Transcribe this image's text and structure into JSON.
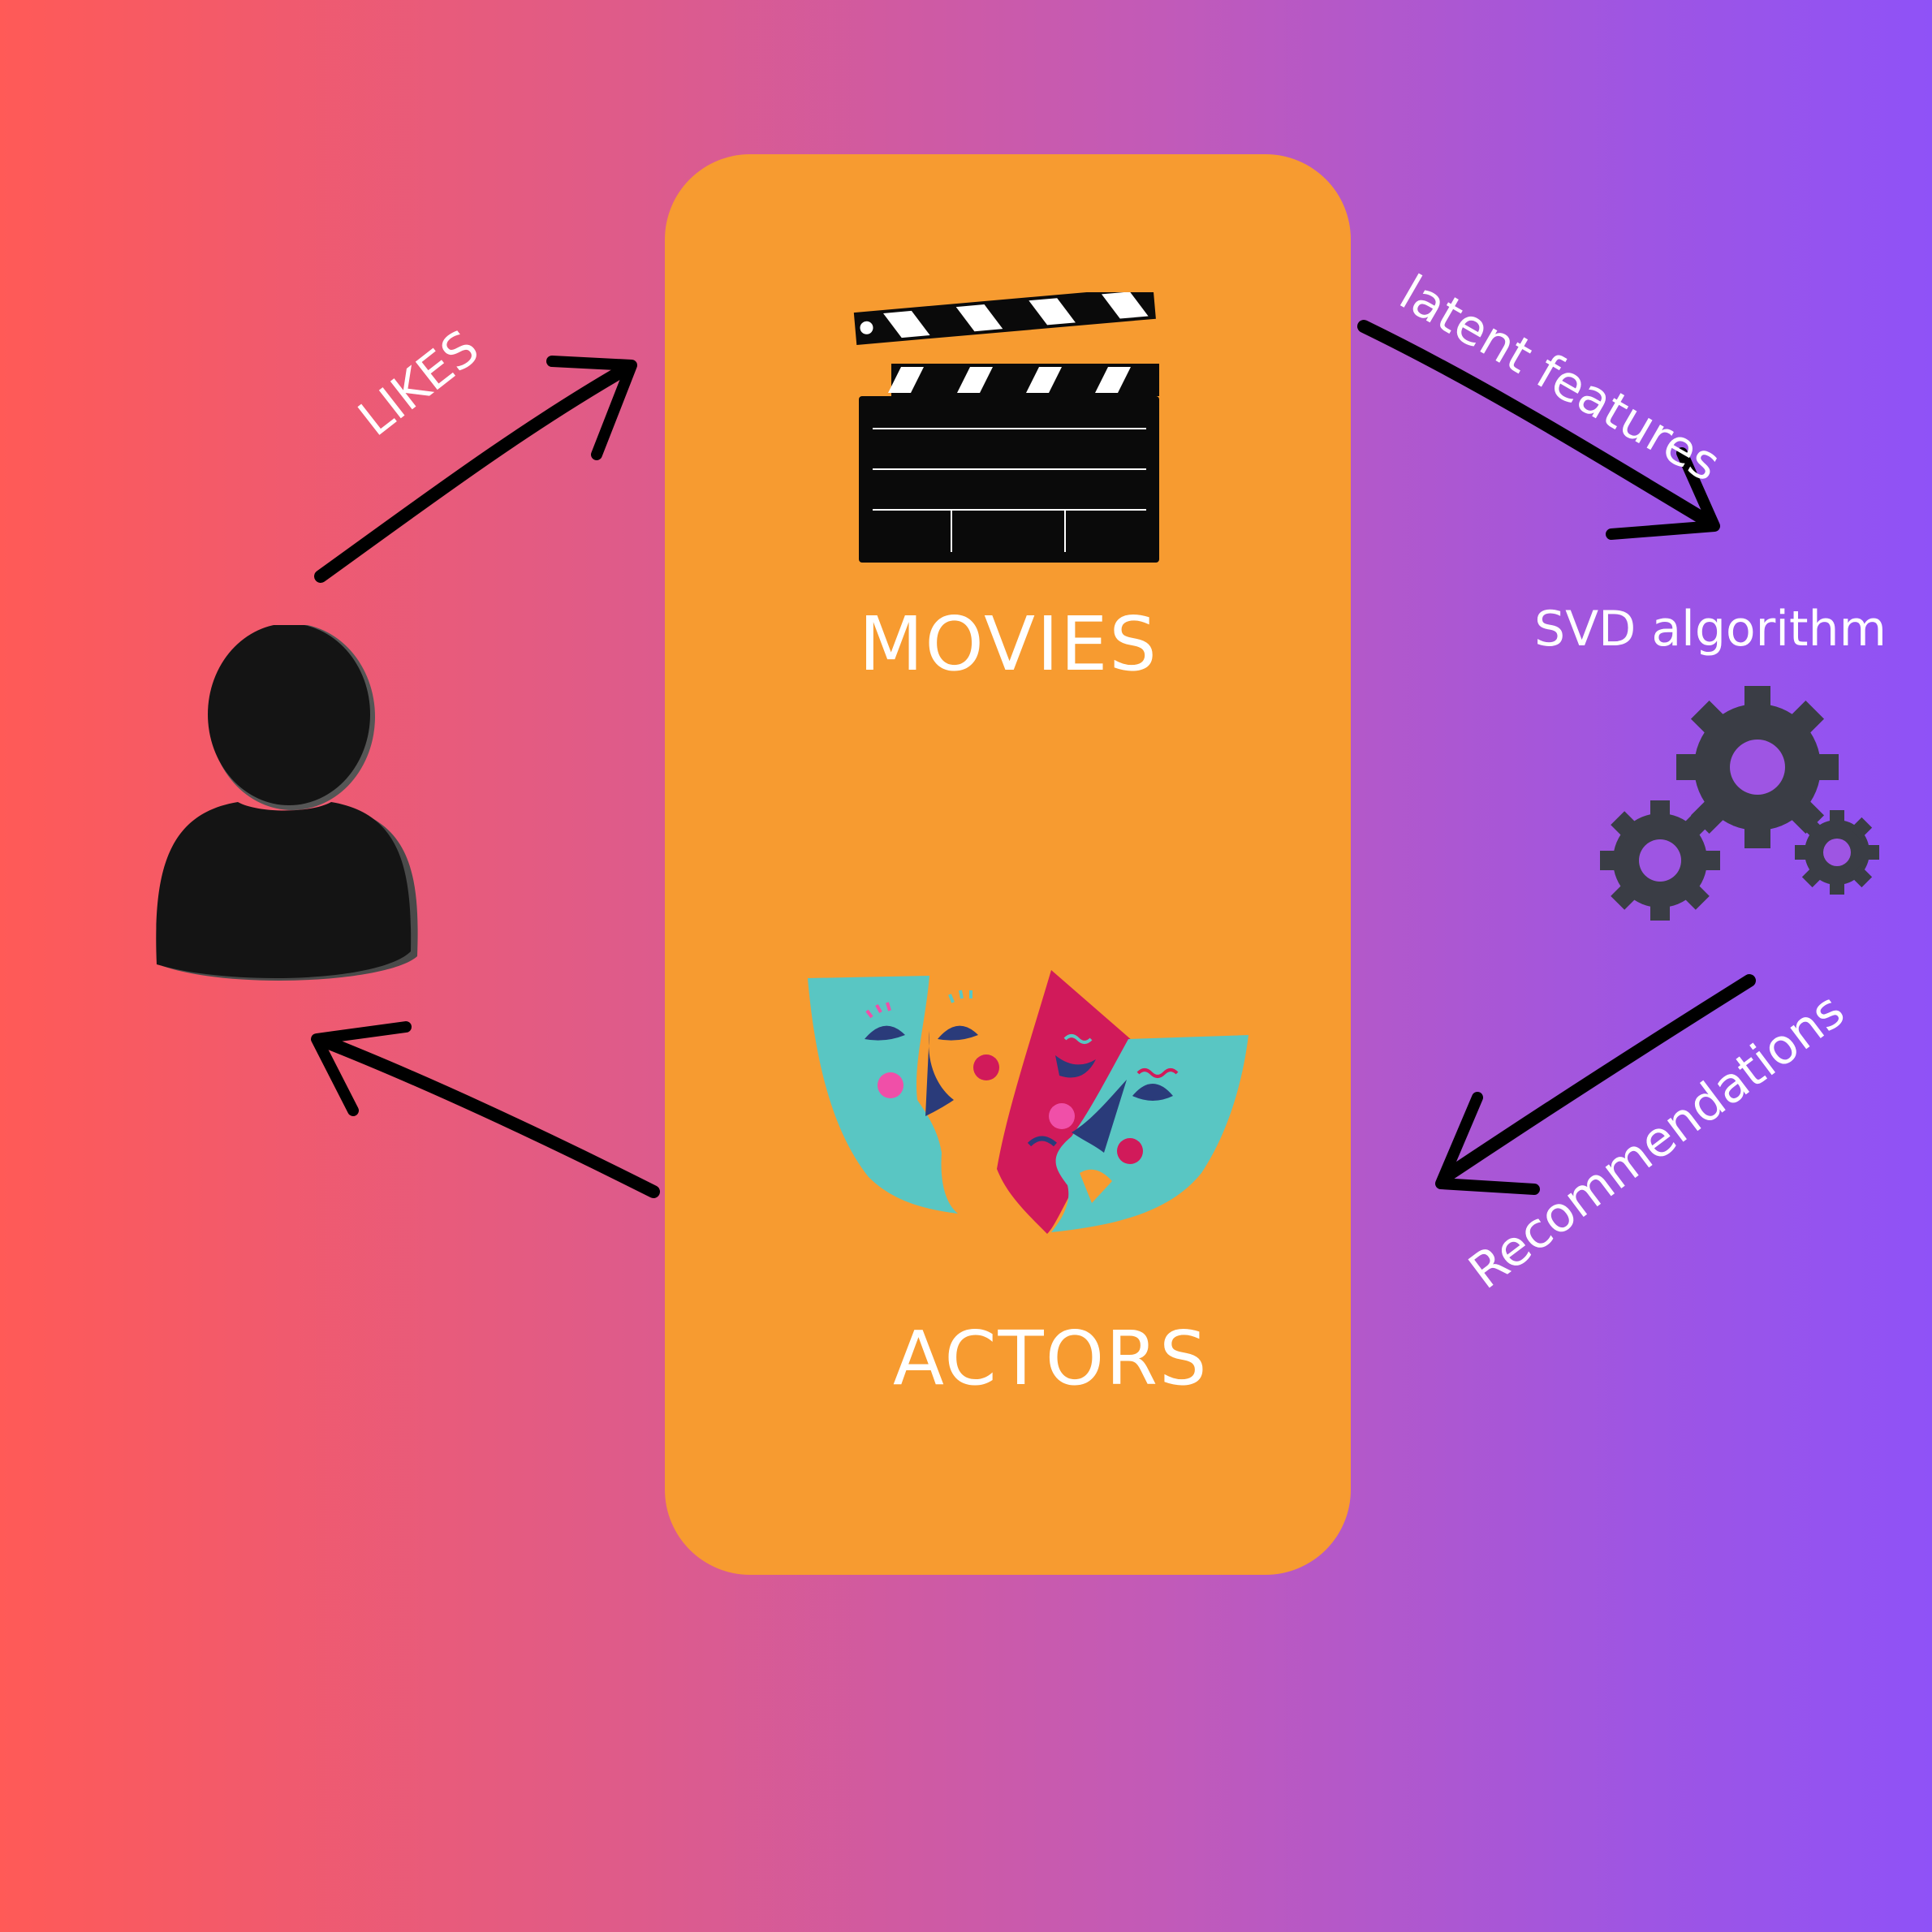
{
  "diagram": {
    "nodes": {
      "movies_label": "MOVIES",
      "actors_label": "ACTORS",
      "algorithm_label": "SVD algorithm"
    },
    "edges": {
      "likes_label": "LIKES",
      "latent_label": "latent features",
      "recommend_label": "Recommendations"
    },
    "icons": {
      "user": "user-silhouette-icon",
      "movies": "clapperboard-icon",
      "actors": "theater-masks-icon",
      "algorithm": "gears-icon"
    },
    "colors": {
      "gradient_start": "#ff5a57",
      "gradient_end": "#8f52f7",
      "panel": "#f79b30",
      "text": "#ffffff",
      "arrow": "#000000",
      "gear": "#3a3d45"
    }
  }
}
